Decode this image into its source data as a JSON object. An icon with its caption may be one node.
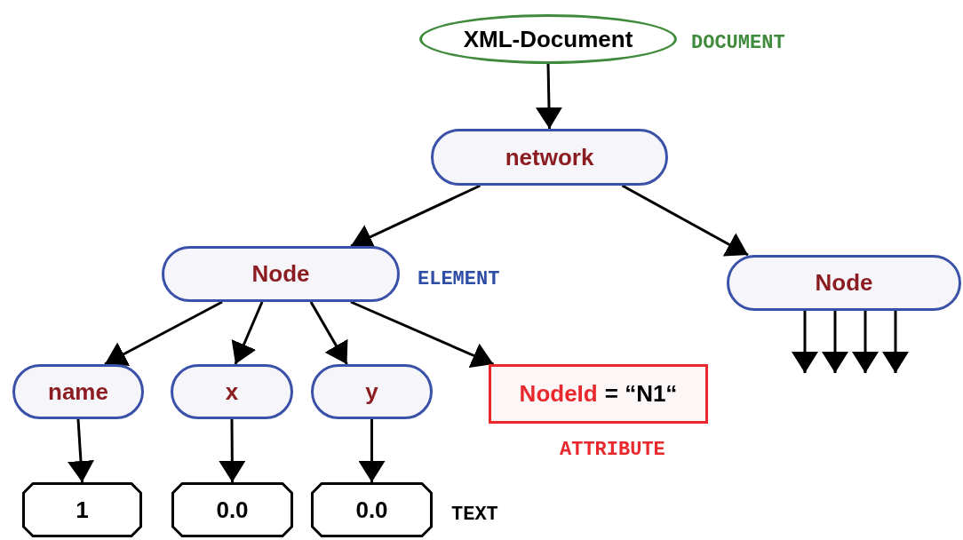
{
  "diagram": {
    "nodes": [
      {
        "text": [
          "XML-Document"
        ],
        "beside": [
          "DOCUMENT"
        ]
      },
      {
        "text": [
          "network"
        ]
      },
      {
        "text": [
          "Node"
        ],
        "beside": [
          "ELEMENT"
        ]
      },
      {
        "text": [
          "Node"
        ]
      },
      {
        "text": [
          "name"
        ]
      },
      {
        "text": [
          "x"
        ]
      },
      {
        "text": [
          "y"
        ]
      },
      {
        "text": [
          "NodeId",
          "= “N1“"
        ],
        "beside": [
          "ATTRIBUTE"
        ]
      },
      {
        "text": [
          "1"
        ]
      },
      {
        "text": [
          "0.0"
        ]
      },
      {
        "text": [
          "0.0"
        ],
        "beside": [
          "TEXT"
        ]
      }
    ],
    "edges": [
      {
        "from": 0,
        "to": 1,
        "arrow": "to"
      },
      {
        "from": 1,
        "to": 2,
        "arrow": "to"
      },
      {
        "from": 1,
        "to": 3,
        "arrow": "to"
      },
      {
        "from": 2,
        "to": 4,
        "arrow": "to"
      },
      {
        "from": 2,
        "to": 5,
        "arrow": "to"
      },
      {
        "from": 2,
        "to": 6,
        "arrow": "to"
      },
      {
        "from": 2,
        "to": 7,
        "arrow": "to"
      },
      {
        "from": 4,
        "to": 8,
        "arrow": "to"
      },
      {
        "from": 5,
        "to": 9,
        "arrow": "to"
      },
      {
        "from": 6,
        "to": 10,
        "arrow": "to"
      },
      {
        "from": 3,
        "to": null,
        "arrow": "to"
      },
      {
        "from": 3,
        "to": null,
        "arrow": "to"
      },
      {
        "from": 3,
        "to": null,
        "arrow": "to"
      },
      {
        "from": 3,
        "to": null,
        "arrow": "to"
      }
    ]
  }
}
